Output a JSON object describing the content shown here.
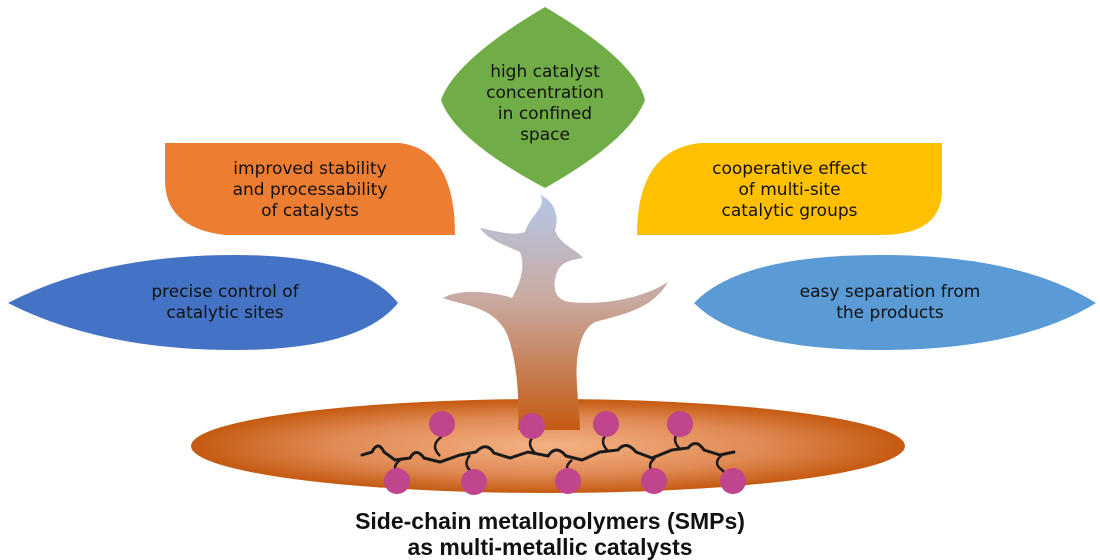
{
  "leaves": {
    "top": {
      "lines": [
        "high catalyst",
        "concentration",
        "in confined",
        "space"
      ],
      "color": "#70AD47"
    },
    "upper_left": {
      "lines": [
        "improved stability",
        "and processability",
        "of catalysts"
      ],
      "color": "#ED7D31"
    },
    "upper_right": {
      "lines": [
        "cooperative effect",
        "of multi-site",
        "catalytic groups"
      ],
      "color": "#FFC000"
    },
    "lower_left": {
      "lines": [
        "precise control of",
        "catalytic sites"
      ],
      "color": "#4472C4"
    },
    "lower_right": {
      "lines": [
        "easy separation from",
        "the products"
      ],
      "color": "#5B9BD5"
    }
  },
  "colors": {
    "trunk_top": "#B4C7E7",
    "trunk_bottom": "#C55A11",
    "ground_center": "#F4B183",
    "ground_edge": "#C55A11",
    "metal_node": "#C0458C",
    "chain": "#1a1a1a"
  },
  "caption": {
    "line1": "Side-chain metallopolymers (SMPs)",
    "line2": "as multi-metallic catalysts"
  }
}
